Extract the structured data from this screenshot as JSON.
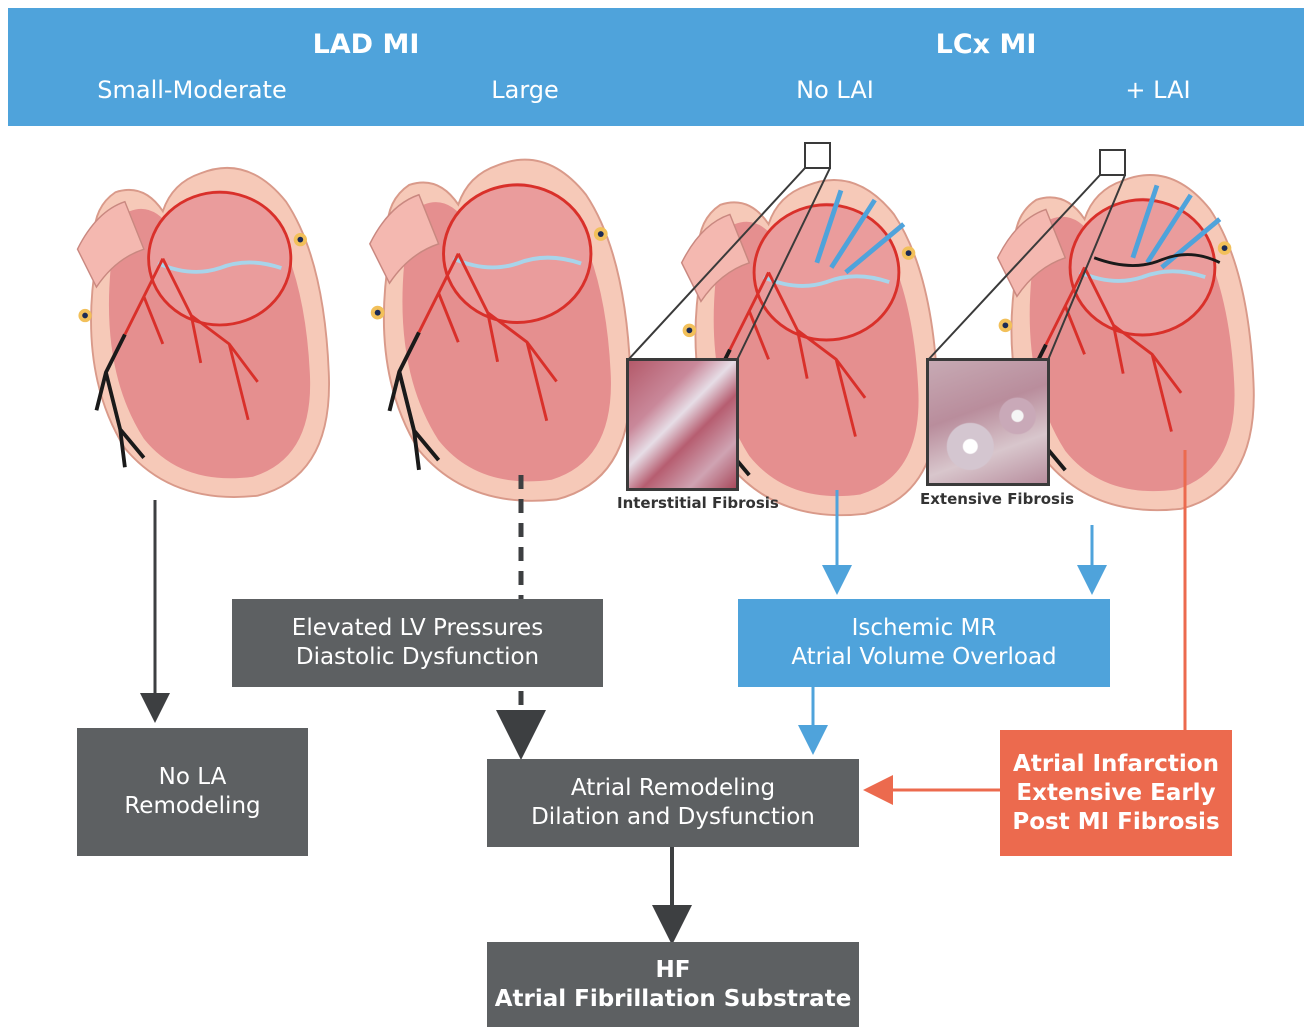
{
  "header": {
    "lad_title": "LAD MI",
    "lcx_title": "LCx MI",
    "col1": "Small-Moderate",
    "col2": "Large",
    "col3": "No LAI",
    "col4": "+ LAI"
  },
  "insets": {
    "no_lai_caption": "Interstitial Fibrosis",
    "lai_caption": "Extensive Fibrosis"
  },
  "boxes": {
    "elevated": [
      "Elevated LV Pressures",
      "Diastolic Dysfunction"
    ],
    "ischemic": [
      "Ischemic MR",
      "Atrial Volume Overload"
    ],
    "no_la": [
      "No LA",
      "Remodeling"
    ],
    "remodeling": [
      "Atrial Remodeling",
      "Dilation and Dysfunction"
    ],
    "infarction": [
      "Atrial Infarction",
      "Extensive Early",
      "Post MI Fibrosis"
    ],
    "hf": [
      "HF",
      "Atrial Fibrillation Substrate"
    ]
  },
  "colors": {
    "header_blue": "#4fa3db",
    "box_gray": "#5d6062",
    "infarction_red": "#ec6a4e",
    "vessel_red": "#d9302a",
    "heart_pink": "#e58f8f"
  },
  "icons": [
    "heart-illustration",
    "histology-image",
    "arrow-icon"
  ]
}
